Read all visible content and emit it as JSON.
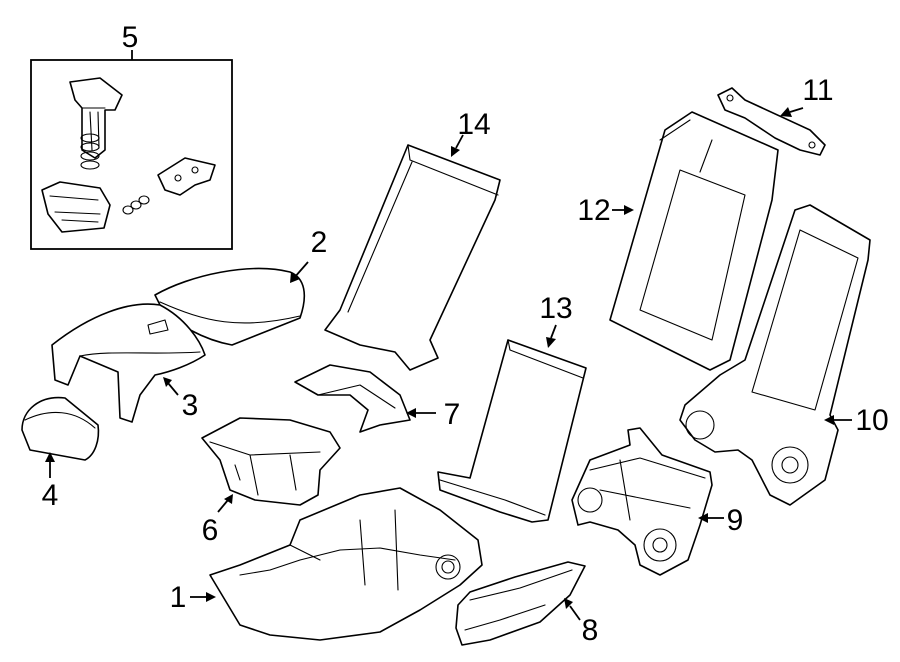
{
  "diagram_title": "",
  "callouts": {
    "p1": "1",
    "p2": "2",
    "p3": "3",
    "p4": "4",
    "p5": "5",
    "p6": "6",
    "p7": "7",
    "p8": "8",
    "p9": "9",
    "p10": "10",
    "p11": "11",
    "p12": "12",
    "p13": "13",
    "p14": "14"
  }
}
